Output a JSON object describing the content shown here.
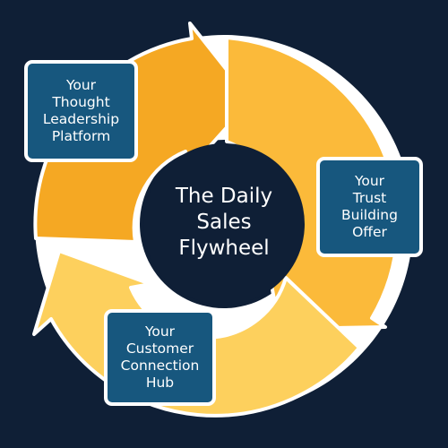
{
  "center": {
    "lines": [
      "The Daily",
      "Sales",
      "Flywheel"
    ]
  },
  "boxes": [
    {
      "lines": [
        "Your",
        "Thought",
        "Leadership",
        "Platform"
      ]
    },
    {
      "lines": [
        "Your",
        "Trust",
        "Building",
        "Offer"
      ]
    },
    {
      "lines": [
        "Your",
        "Customer",
        "Connection",
        "Hub"
      ]
    }
  ],
  "colors": {
    "background": "#0f1f36",
    "arrow_top": "#f5a823",
    "arrow_right": "#fbba3a",
    "arrow_bottom": "#fdd05d",
    "box_fill": "#17577e",
    "outline": "#ffffff"
  }
}
